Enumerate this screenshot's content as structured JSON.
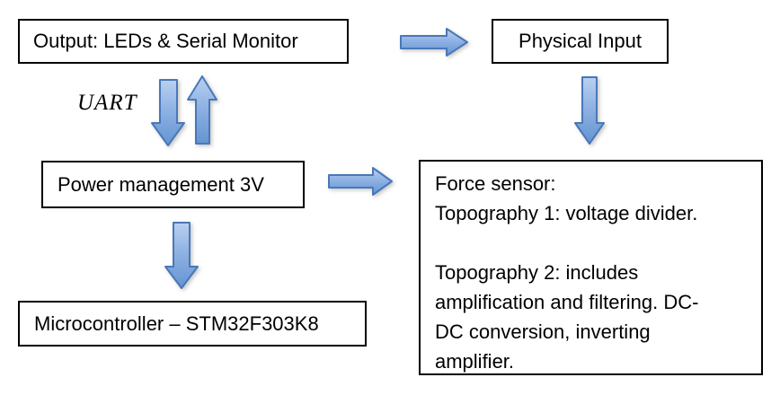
{
  "boxes": {
    "output": {
      "label": "Output: LEDs & Serial Monitor"
    },
    "physical_input": {
      "label": "Physical Input"
    },
    "power": {
      "label": "Power management 3V"
    },
    "microcontroller": {
      "label": "Microcontroller – STM32F303K8"
    },
    "force_sensor": {
      "text": "Force sensor:\nTopography 1: voltage divider.\n\nTopography 2: includes\namplification and filtering. DC-\nDC conversion, inverting\namplifier."
    }
  },
  "labels": {
    "uart": "UART"
  },
  "edges": [
    {
      "id": "output-to-physical-input",
      "direction": "right"
    },
    {
      "id": "output-to-power-uart-down",
      "direction": "down"
    },
    {
      "id": "power-to-output-uart-up",
      "direction": "up"
    },
    {
      "id": "physical-input-to-force-sensor",
      "direction": "down"
    },
    {
      "id": "power-to-force-sensor",
      "direction": "right"
    },
    {
      "id": "power-to-microcontroller",
      "direction": "down"
    }
  ],
  "colors": {
    "background": "#ffffff",
    "box_border": "#000000",
    "box_fill": "#ffffff",
    "text": "#000000",
    "arrow_fill_top": "#b9d0ef",
    "arrow_fill_mid": "#8fb2e3",
    "arrow_fill_bottom": "#6494d2",
    "arrow_border": "#4978b8"
  }
}
